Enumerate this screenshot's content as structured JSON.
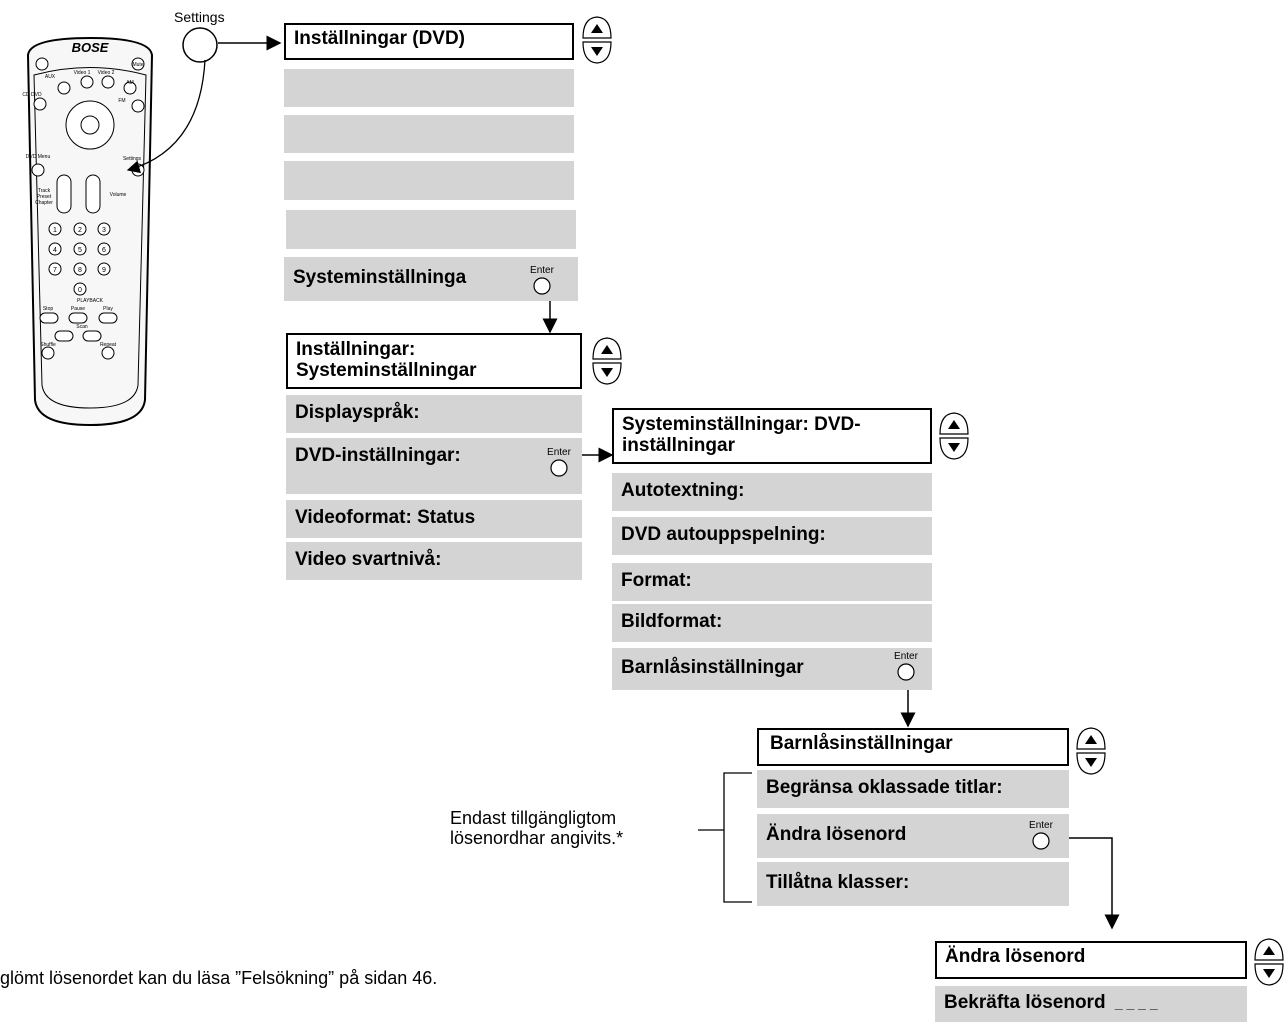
{
  "remote": {
    "brand": "BOSE",
    "keys": {
      "aux": "AUX",
      "video1": "Video 1",
      "video2": "Video 2",
      "am": "AM",
      "fm": "FM",
      "cd_dvd": "CD DVD",
      "mute": "Mute",
      "dvd_menu": "DVD Menu",
      "settings": "Settings",
      "track": "Track",
      "preset": "Preset",
      "chapter": "Chapter",
      "volume": "Volume",
      "playback": "PLAYBACK",
      "stop": "Stop",
      "pause": "Pause",
      "play": "Play",
      "scan": "Scan",
      "shuffle": "Shuffle",
      "repeat": "Repeat"
    }
  },
  "settings_callout": "Settings",
  "menus": {
    "m1": {
      "title": "Inställningar (DVD)",
      "last_item": "Systeminställninga"
    },
    "m2": {
      "title_line1": "Inställningar:",
      "title_line2": "Systeminställningar",
      "items": [
        "Displayspråk:",
        "DVD-inställningar:",
        "Videoformat: Status",
        "Video svartnivå:"
      ]
    },
    "m3": {
      "title_line1": "Systeminställningar: DVD-",
      "title_line2": "inställningar",
      "items": [
        "Autotextning:",
        "DVD autouppspelning:",
        "Format:",
        "Bildformat:",
        "Barnlåsinställningar"
      ]
    },
    "m4": {
      "title": "Barnlåsinställningar",
      "items": [
        "Begränsa oklassade titlar:",
        "Ändra lösenord",
        "Tillåtna klasser:"
      ]
    },
    "m5": {
      "title": "Ändra lösenord",
      "item": "Bekräfta lösenord",
      "item_suffix": "_ _ _ _"
    }
  },
  "enter_label": "Enter",
  "note": {
    "line1": "Endast tillgängligtom",
    "line2": "lösenordhar angivits.*"
  },
  "footnote": "glömt lösenordet kan du läsa ”Felsökning” på sidan 46."
}
